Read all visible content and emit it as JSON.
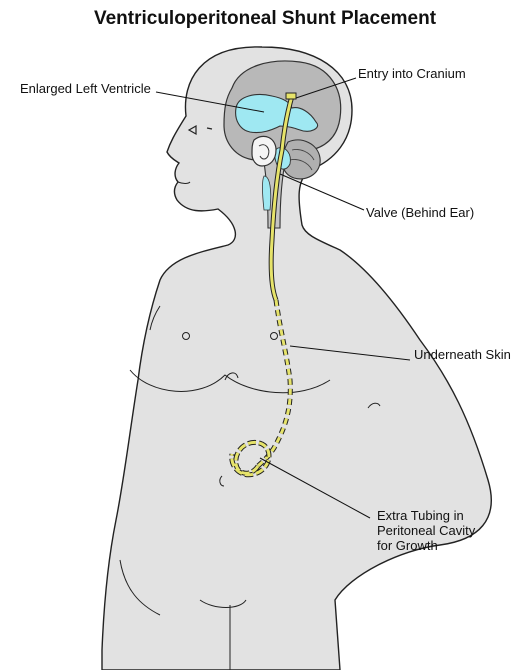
{
  "title": "Ventriculoperitoneal Shunt Placement",
  "labels": {
    "enlarged_ventricle": "Enlarged Left Ventricle",
    "entry_cranium": "Entry into Cranium",
    "valve": "Valve (Behind Ear)",
    "underneath_skin": "Underneath Skin",
    "extra_tubing_line1": "Extra Tubing in",
    "extra_tubing_line2": "Peritoneal Cavity",
    "extra_tubing_line3": "for Growth"
  },
  "colors": {
    "body_fill": "#e2e2e2",
    "brain_fill": "#b8b8b8",
    "ventricle_fill": "#9fe8f2",
    "tube_fill": "#e6e36a",
    "outline": "#222222"
  }
}
